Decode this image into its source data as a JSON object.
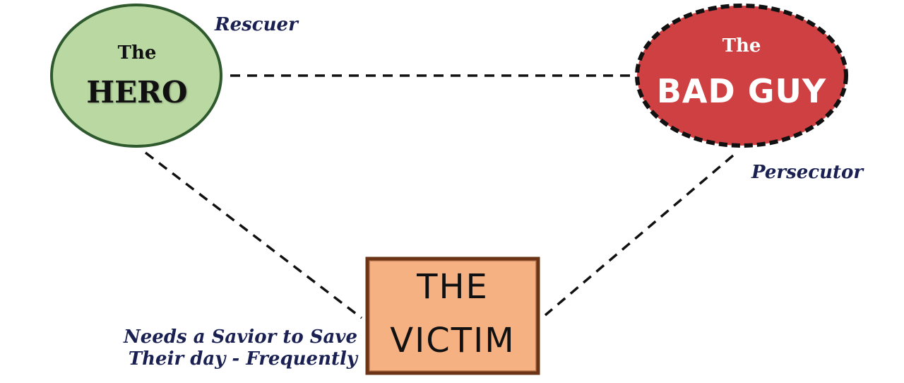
{
  "colors": {
    "hero_fill": "#b9d8a2",
    "hero_stroke": "#2e5a2e",
    "bad_fill": "#cf4042",
    "bad_stroke": "#111111",
    "victim_fill": "#f5b182",
    "victim_stroke": "#6b3416",
    "label_text": "#1a2152",
    "connector": "#111111"
  },
  "nodes": {
    "hero": {
      "prefix": "The",
      "name": "HERO"
    },
    "bad_guy": {
      "prefix": "The",
      "name": "BAD GUY"
    },
    "victim": {
      "line1": "THE",
      "line2": "VICTIM"
    }
  },
  "roles": {
    "rescuer": "Rescuer",
    "persecutor": "Persecutor",
    "victim_note_line1": "Needs a Savior to Save",
    "victim_note_line2": "Their day - Frequently"
  }
}
